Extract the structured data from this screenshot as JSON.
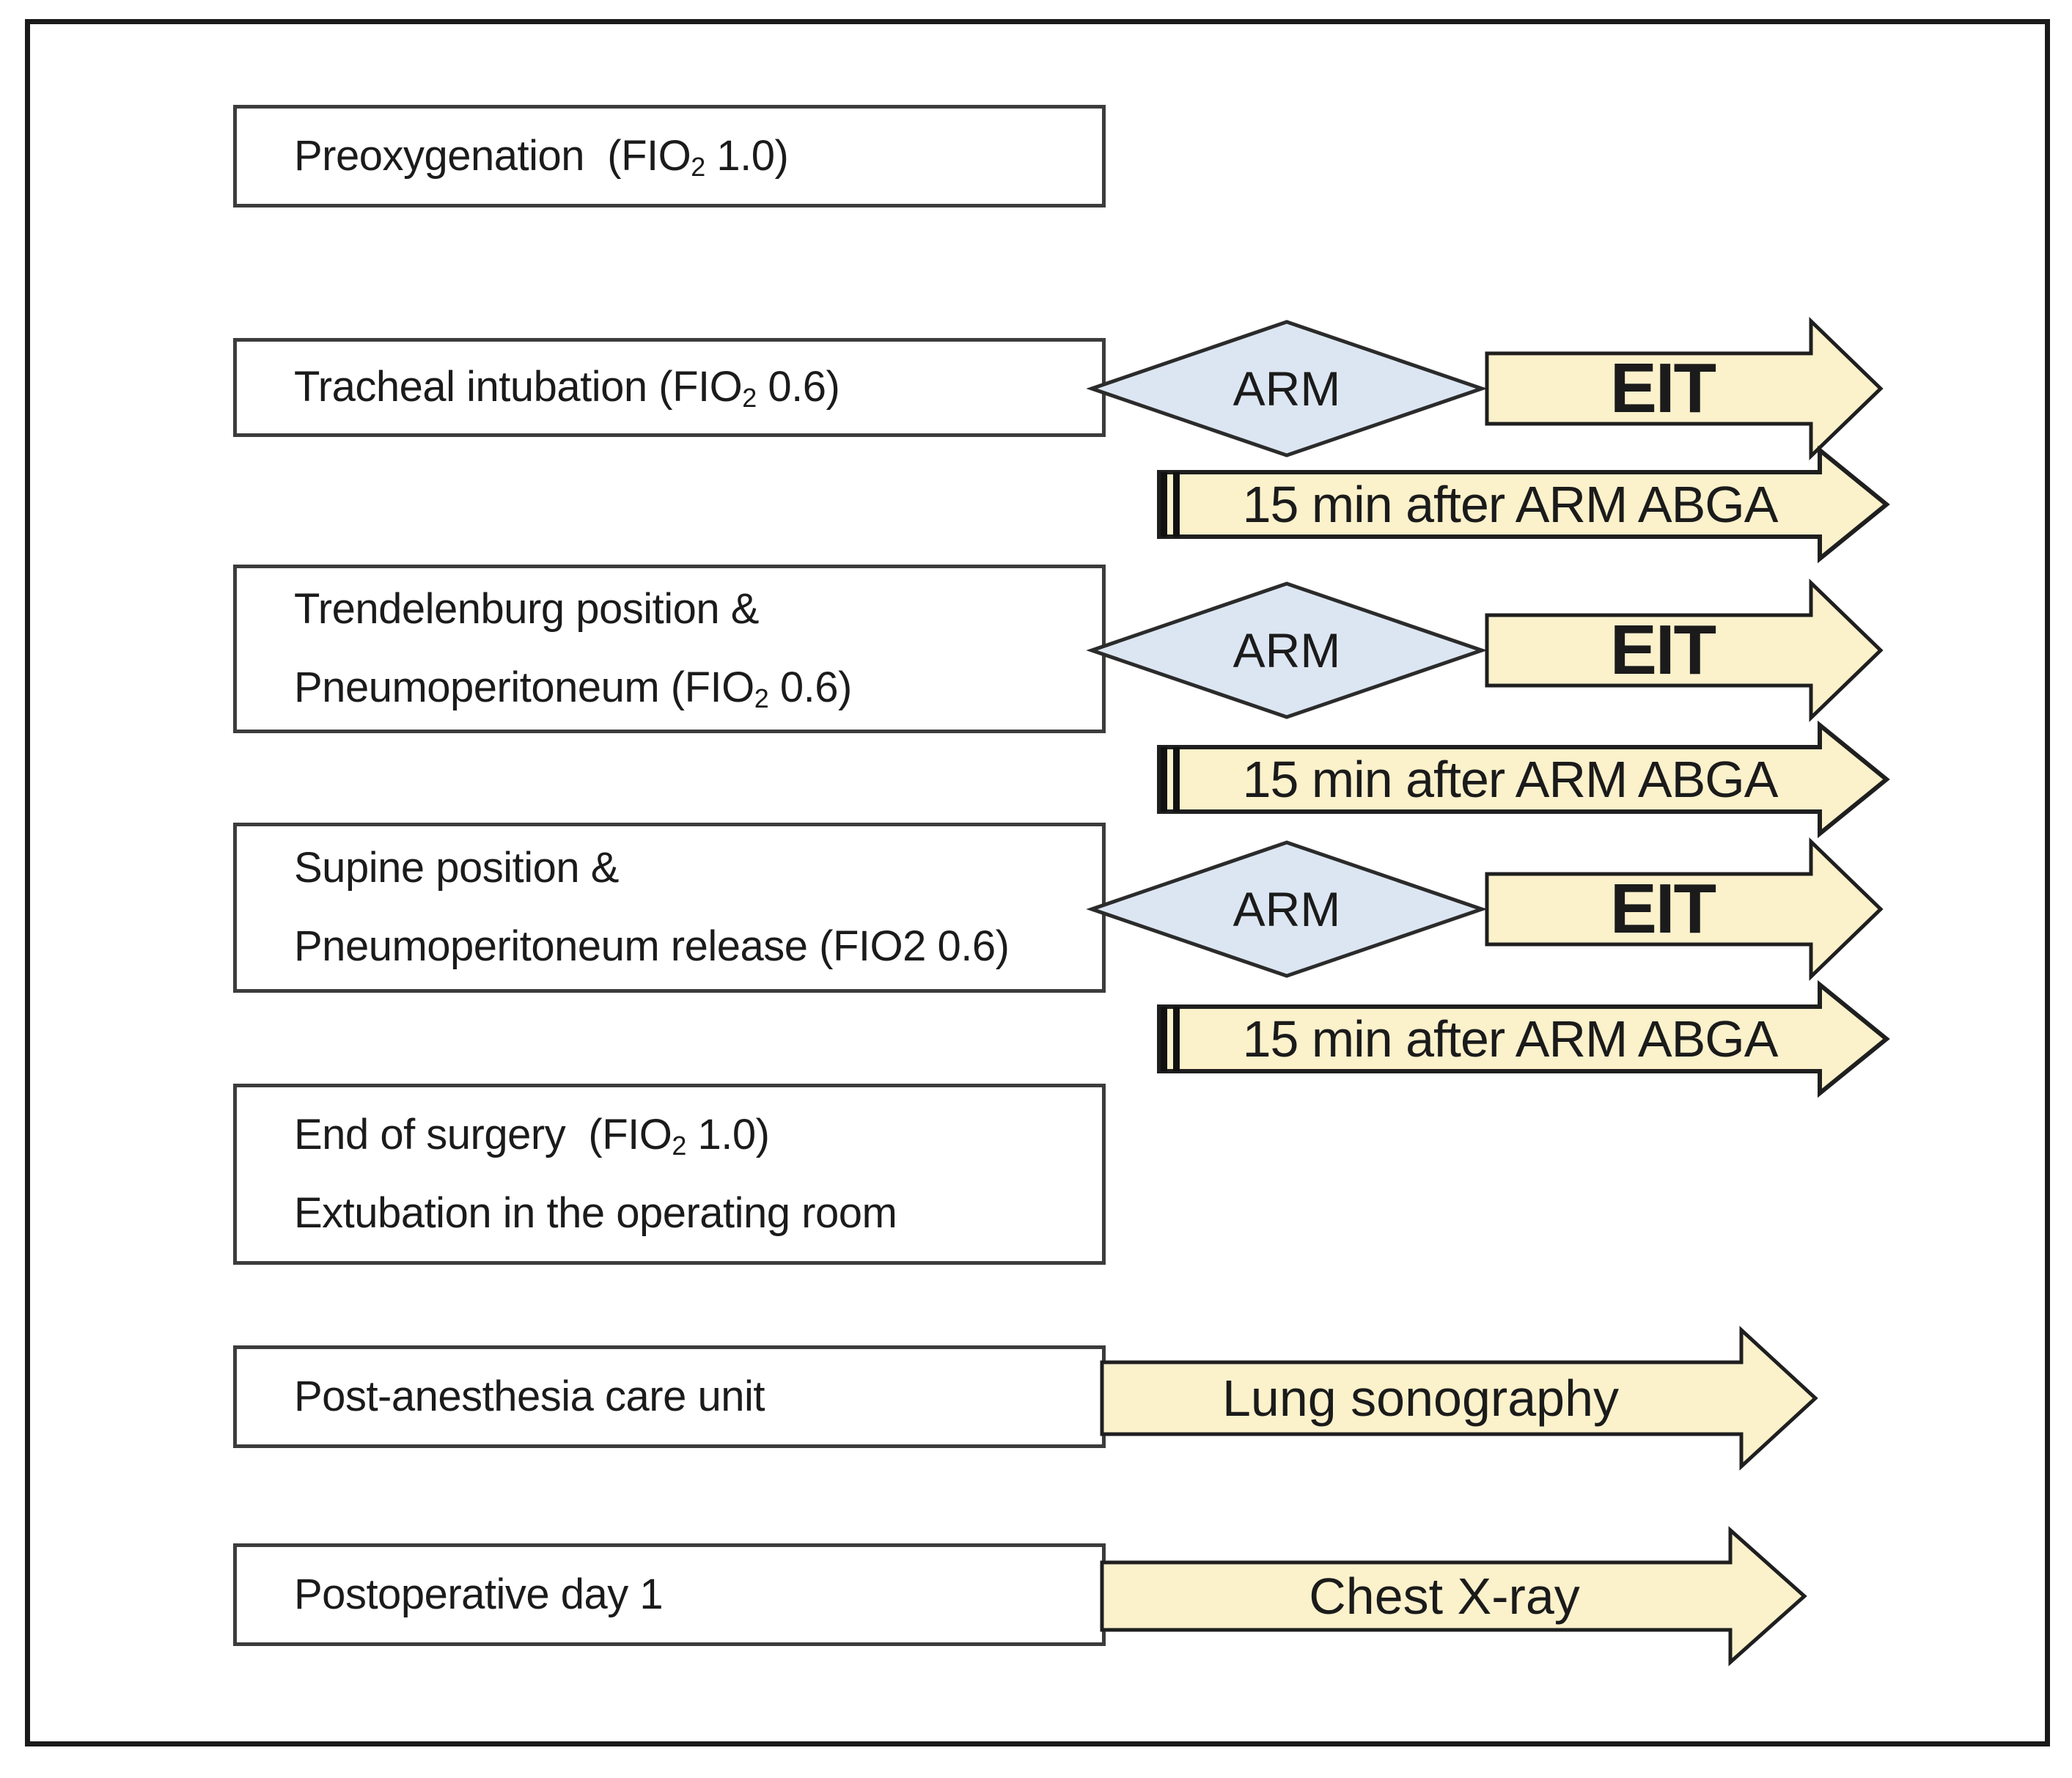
{
  "diagram": {
    "boxes": [
      {
        "name": "preoxygenation",
        "lines": [
          {
            "pre": "Preoxygenation  (FIO",
            "sub": "2",
            "post": " 1.0)"
          }
        ]
      },
      {
        "name": "tracheal-intubation",
        "lines": [
          {
            "pre": "Tracheal intubation (FIO",
            "sub": "2",
            "post": " 0.6)"
          }
        ]
      },
      {
        "name": "trendelenburg-pneumoperitoneum",
        "lines": [
          {
            "pre": "Trendelenburg position &",
            "sub": "",
            "post": ""
          },
          {
            "pre": "Pneumoperitoneum (FIO",
            "sub": "2",
            "post": " 0.6)"
          }
        ]
      },
      {
        "name": "supine-pneumoperitoneum-release",
        "lines": [
          {
            "pre": "Supine position &",
            "sub": "",
            "post": ""
          },
          {
            "pre": "Pneumoperitoneum release (FIO2 0.6)",
            "sub": "",
            "post": ""
          }
        ]
      },
      {
        "name": "end-of-surgery-extubation",
        "lines": [
          {
            "pre": "End of surgery  (FIO",
            "sub": "2",
            "post": " 1.0)"
          },
          {
            "pre": "Extubation in the operating room",
            "sub": "",
            "post": ""
          }
        ]
      },
      {
        "name": "post-anesthesia-care-unit",
        "lines": [
          {
            "pre": "Post-anesthesia care unit",
            "sub": "",
            "post": ""
          }
        ]
      },
      {
        "name": "postoperative-day-1",
        "lines": [
          {
            "pre": "Postoperative day 1",
            "sub": "",
            "post": ""
          }
        ]
      }
    ],
    "arm_label": "ARM",
    "eit_label": "EIT",
    "abga_label": "15 min after ARM ABGA",
    "lung_label": "Lung sonography",
    "xray_label": "Chest X-ray",
    "colors": {
      "arrow_fill": "#FBF1CB",
      "arrow_border": "#1F1F1F",
      "diamond_fill": "#DCE6F2",
      "diamond_border": "#2B2B2B",
      "box_border": "#3C3C3C",
      "frame_border": "#1A1A1A",
      "text": "#1B1B1B"
    }
  }
}
